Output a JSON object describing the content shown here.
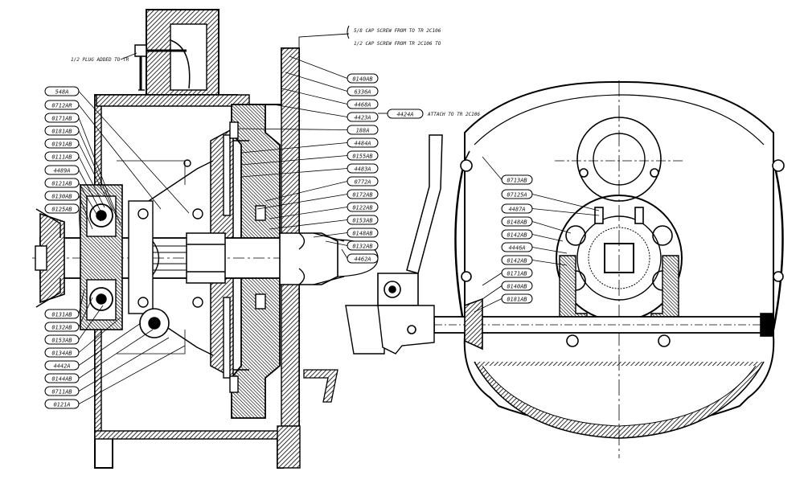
{
  "notes": {
    "cap_screw_1": "5/8 CAP SCREW FROM TO TR 2C106",
    "cap_screw_2": "1/2 CAP SCREW FROM TR 2C106 TO",
    "case_note": "1/2 PLUG ADDED TO TR",
    "attach_note": "ATTACH TO TR 2C106"
  },
  "left_labels": [
    "548A",
    "0712AR",
    "0171AB",
    "0181AB",
    "0191AB",
    "0111AB",
    "4489A",
    "0121AB",
    "0130AB",
    "0125AB",
    "0131AB",
    "0132AB",
    "0153AB",
    "0134AB",
    "4442A",
    "0144AB",
    "0711AB",
    "0121A"
  ],
  "center_labels": [
    "0140AB",
    "6336A",
    "4468A",
    "4423A",
    "188A",
    "4484A",
    "0155AB",
    "4483A",
    "0772A",
    "0172AB",
    "0122AB",
    "0153AB",
    "0148AB",
    "0132AB",
    "4462A"
  ],
  "center_extra_label": "4424A",
  "right_labels": [
    "0713AB",
    "07125A",
    "4487A",
    "0148AB",
    "0142AB",
    "4446A",
    "0142AB",
    "0171AB",
    "0140AB",
    "0181AB"
  ]
}
